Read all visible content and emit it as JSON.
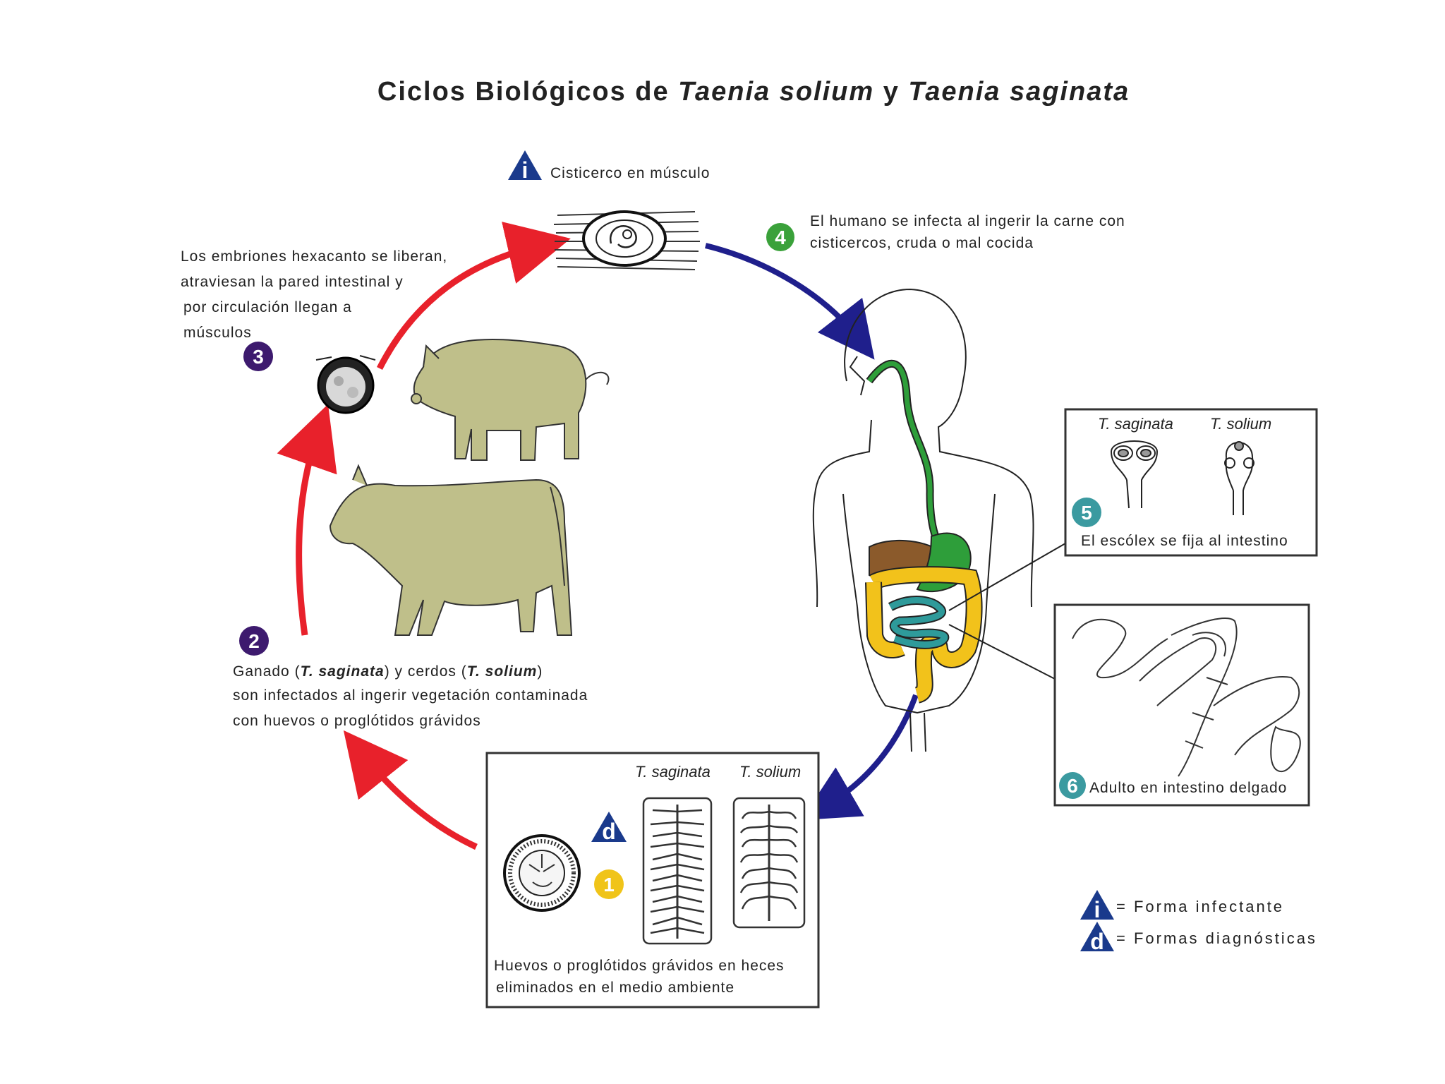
{
  "title": {
    "prefix": "Ciclos Biológicos de ",
    "species1": "Taenia solium",
    "connector": " y ",
    "species2": "Taenia saginata"
  },
  "top_label": "Cisticerco en músculo",
  "step4": [
    "El humano se infecta al ingerir la carne con",
    "cisticercos, cruda o mal cocida"
  ],
  "step3": [
    "Los embriones hexacanto se liberan,",
    "atraviesan la pared intestinal y",
    "por circulación llegan a",
    "músculos"
  ],
  "step2": {
    "line1_a": "Ganado  (",
    "line1_b": "T. saginata",
    "line1_c": ")  y cerdos  (",
    "line1_d": "T. solium",
    "line1_e": ")",
    "line2": "son infectados al ingerir vegetación contaminada",
    "line3": "con huevos o proglótidos grávidos"
  },
  "box5": {
    "species_a": "T. saginata",
    "species_b": "T. solium",
    "caption": "El escólex se fija al intestino"
  },
  "box6": {
    "caption": "Adulto en intestino delgado"
  },
  "box1": {
    "species_a": "T. saginata",
    "species_b": "T. solium",
    "caption": [
      "Huevos o proglótidos grávidos en heces",
      "eliminados en el medio ambiente"
    ]
  },
  "badges": {
    "n1": "1",
    "n2": "2",
    "n3": "3",
    "n4": "4",
    "n5": "5",
    "n6": "6",
    "i": "i",
    "d": "d"
  },
  "legend": {
    "infectante": "= Forma  infectante",
    "diagnostica": "= Formas  diagnósticas"
  },
  "colors": {
    "red_arrow": "#e8212b",
    "blue_arrow": "#1f1f8c",
    "animal": "#bfbf8a",
    "purple_badge": "#3d1a6e",
    "green_badge": "#3aa13a",
    "teal_badge": "#3b9aa0",
    "yellow_badge": "#f0c419",
    "triangle": "#1a3a8c",
    "gut_green": "#2e9e3a",
    "gut_brown": "#8b5a2b",
    "gut_yellow": "#f2c21b",
    "gut_teal": "#2e9a9a"
  }
}
